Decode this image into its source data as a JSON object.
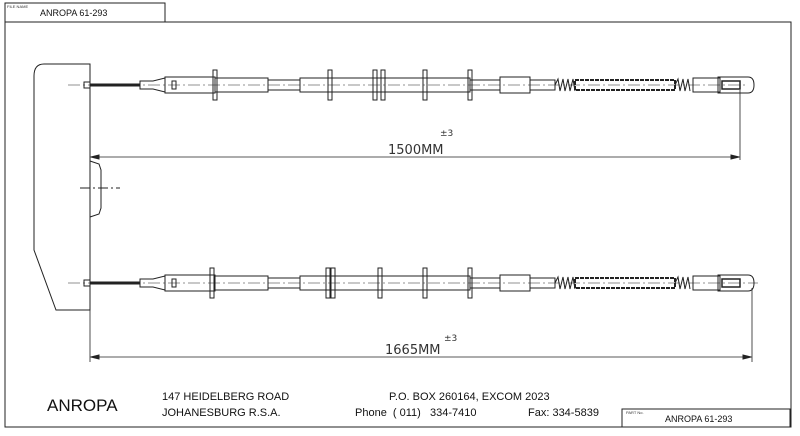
{
  "title_block": {
    "file_name_label": "FILE NAME",
    "file_name": "ANROPA 61-293",
    "part_no_label": "PART No.",
    "part_no": "ANROPA 61-293"
  },
  "dimensions": {
    "upper_length": "1500MM",
    "upper_tolerance": "±3",
    "lower_length": "1665MM",
    "lower_tolerance": "±3"
  },
  "footer": {
    "company": "ANROPA",
    "address_line1": "147 HEIDELBERG ROAD",
    "address_line2": "JOHANESBURG R.S.A.",
    "po_box": "P.O. BOX 260164, EXCOM 2023",
    "phone": "Phone  ( 011)   334-7410",
    "fax": "Fax: 334-5839"
  }
}
